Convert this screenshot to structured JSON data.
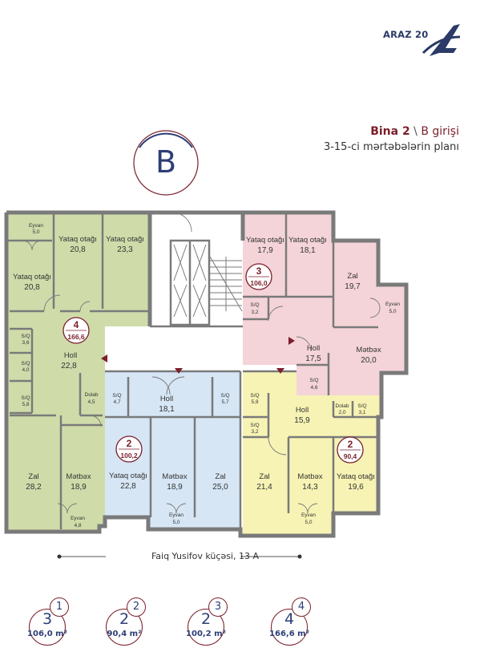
{
  "logo": {
    "text": "ARAZ 20"
  },
  "header": {
    "building": "Bina 2",
    "separator": " \\ ",
    "entrance": "B girişi",
    "subtitle": "3-15-ci mərtəbələrin planı",
    "block_letter": "B"
  },
  "street": {
    "label": "Faiq Yusifov küçəsi, 13 A"
  },
  "rooms": {
    "u4_eyvan_top": {
      "name": "Eyvan",
      "area": "5,0"
    },
    "u4_yataq_1": {
      "name": "Yataq otağı",
      "area": "20,8"
    },
    "u4_yataq_2": {
      "name": "Yataq otağı",
      "area": "20,8"
    },
    "u4_yataq_3": {
      "name": "Yataq otağı",
      "area": "23,3"
    },
    "u4_sq_1": {
      "name": "S/Q",
      "area": "3,6"
    },
    "u4_sq_2": {
      "name": "S/Q",
      "area": "4,0"
    },
    "u4_sq_3": {
      "name": "S/Q",
      "area": "5,8"
    },
    "u4_holl": {
      "name": "Holl",
      "area": "22,8"
    },
    "u4_dolab": {
      "name": "Dolab",
      "area": "4,5"
    },
    "u4_zal": {
      "name": "Zal",
      "area": "28,2"
    },
    "u4_metbex": {
      "name": "Mətbəx",
      "area": "18,9"
    },
    "u4_eyvan_bottom": {
      "name": "Eyvan",
      "area": "4,8"
    },
    "u2b_sq_1": {
      "name": "S/Q",
      "area": "4,7"
    },
    "u2b_holl": {
      "name": "Holl",
      "area": "18,1"
    },
    "u2b_sq_2": {
      "name": "S/Q",
      "area": "5,7"
    },
    "u2b_yataq": {
      "name": "Yataq otağı",
      "area": "22,8"
    },
    "u2b_metbex": {
      "name": "Mətbəx",
      "area": "18,9"
    },
    "u2b_zal": {
      "name": "Zal",
      "area": "25,0"
    },
    "u2b_eyvan": {
      "name": "Eyvan",
      "area": "5,0"
    },
    "u3_yataq_1": {
      "name": "Yataq otağı",
      "area": "17,9"
    },
    "u3_yataq_2": {
      "name": "Yataq otağı",
      "area": "18,1"
    },
    "u3_zal": {
      "name": "Zal",
      "area": "19,7"
    },
    "u3_eyvan": {
      "name": "Eyvan",
      "area": "5,0"
    },
    "u3_sq_1": {
      "name": "S/Q",
      "area": "3,2"
    },
    "u3_holl": {
      "name": "Holl",
      "area": "17,5"
    },
    "u3_metbex": {
      "name": "Mətbəx",
      "area": "20,0"
    },
    "u3_sq_2": {
      "name": "S/Q",
      "area": "4,6"
    },
    "u2y_sq_1": {
      "name": "S/Q",
      "area": "5,9"
    },
    "u2y_holl": {
      "name": "Holl",
      "area": "15,9"
    },
    "u2y_dolab": {
      "name": "Dolab",
      "area": "2,0"
    },
    "u2y_sq_3": {
      "name": "S/Q",
      "area": "3,1"
    },
    "u2y_sq_2": {
      "name": "S/Q",
      "area": "3,2"
    },
    "u2y_zal": {
      "name": "Zal",
      "area": "21,4"
    },
    "u2y_metbex": {
      "name": "Mətbəx",
      "area": "14,3"
    },
    "u2y_yataq": {
      "name": "Yataq otağı",
      "area": "19,6"
    },
    "u2y_eyvan": {
      "name": "Eyvan",
      "area": "5,0"
    }
  },
  "unit_tags": {
    "u4": {
      "rooms": "4",
      "area": "166,6"
    },
    "u3": {
      "rooms": "3",
      "area": "106,0"
    },
    "u2b": {
      "rooms": "2",
      "area": "100,2"
    },
    "u2y": {
      "rooms": "2",
      "area": "90,4"
    }
  },
  "legend": [
    {
      "index": "1",
      "rooms": "3",
      "area": "106,0 m²"
    },
    {
      "index": "2",
      "rooms": "2",
      "area": "90,4 m²"
    },
    {
      "index": "3",
      "rooms": "2",
      "area": "100,2 m²"
    },
    {
      "index": "4",
      "rooms": "4",
      "area": "166,6 m²"
    }
  ],
  "colors": {
    "unit4": "#cfdcaa",
    "unit3": "#f4d4d8",
    "unit2_blue": "#d6e6f5",
    "unit2_yellow": "#f7f3b4",
    "accent": "#7a1f2b",
    "text_dark": "#2d3e75",
    "wall": "#7a7a7a"
  }
}
